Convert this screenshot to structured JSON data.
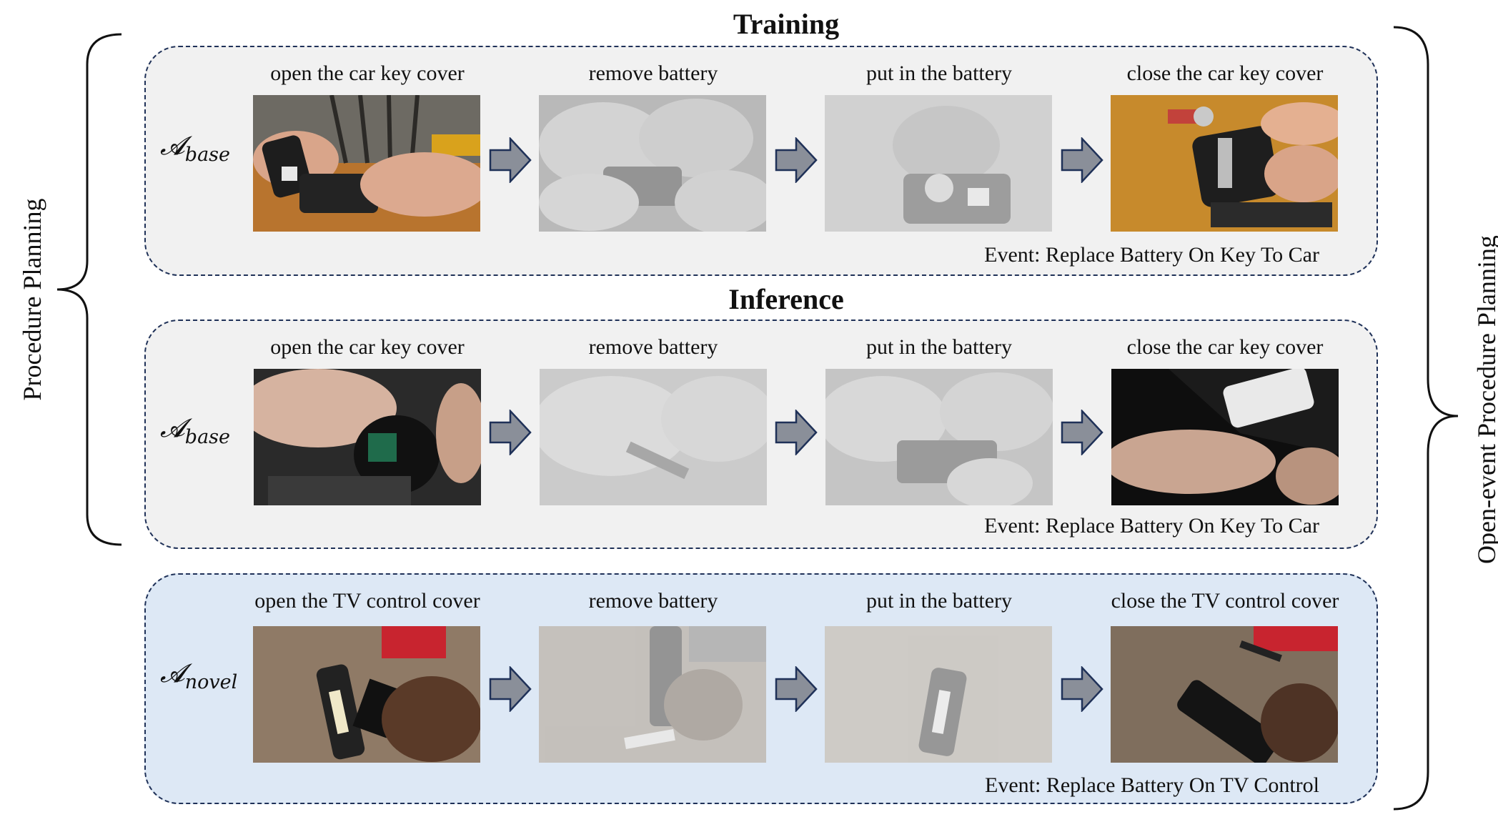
{
  "sections": {
    "training_title": "Training",
    "inference_title": "Inference"
  },
  "side_labels": {
    "left": "Procedure Planning",
    "right": "Open-event Procedure Planning"
  },
  "rows": [
    {
      "agent": "𝓐",
      "agent_sub": "base",
      "steps": [
        "open the car key cover",
        "remove battery",
        "put in the battery",
        "close the car key cover"
      ],
      "event": "Event: Replace Battery On Key To Car"
    },
    {
      "agent": "𝓐",
      "agent_sub": "base",
      "steps": [
        "open the car key cover",
        "remove battery",
        "put in the battery",
        "close the car key cover"
      ],
      "event": "Event: Replace Battery On Key To Car"
    },
    {
      "agent": "𝓐",
      "agent_sub": "novel",
      "steps": [
        "open the TV control cover",
        "remove battery",
        "put in the battery",
        "close the TV control cover"
      ],
      "event": "Event: Replace Battery On TV Control"
    }
  ],
  "colors": {
    "panel_border": "#1f3158",
    "panel_base": "#f1f1f1",
    "panel_novel": "#dde8f5",
    "arrow_fill": "#8a8f99"
  }
}
